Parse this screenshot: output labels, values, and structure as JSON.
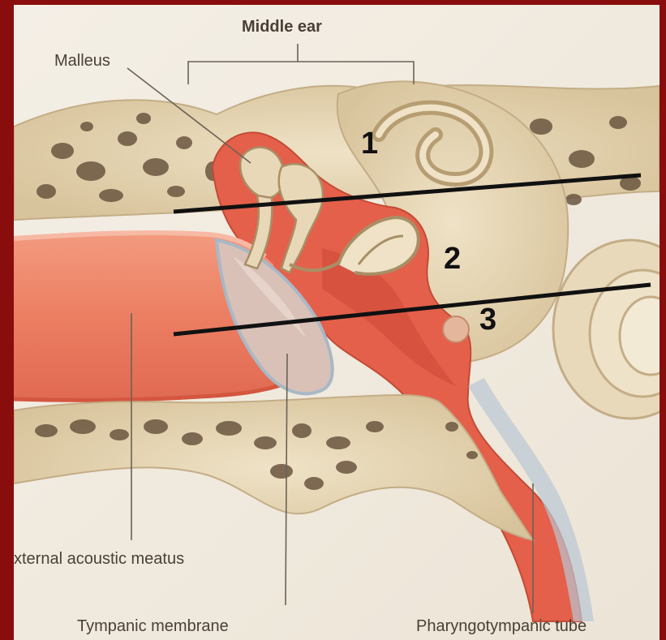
{
  "labels": {
    "middle_ear": "Middle ear",
    "malleus": "Malleus",
    "external_acoustic_meatus": "xternal acoustic meatus",
    "tympanic_membrane": "Tympanic membrane",
    "pharyngotympanic_tube": "Pharyngotympanic tube"
  },
  "markers": {
    "one": "1",
    "two": "2",
    "three": "3"
  },
  "colors": {
    "frame": "#8a0d0d",
    "background": "#f3ece0",
    "bone": "#e3d2b0",
    "cavity": "#e4604a",
    "canal": "#ea8066",
    "membrane": "#d9c1b8",
    "line": "#111111"
  }
}
